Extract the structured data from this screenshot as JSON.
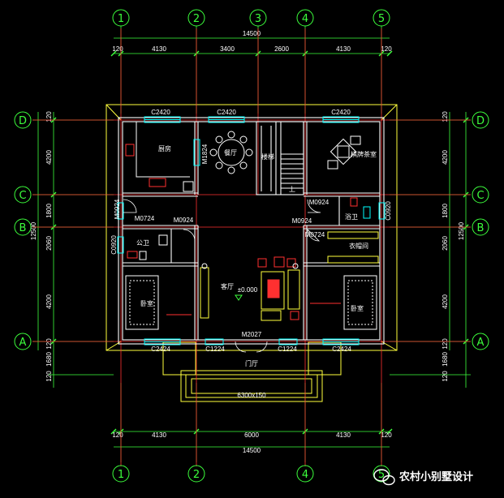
{
  "grid": {
    "columns": [
      "1",
      "2",
      "3",
      "4",
      "5"
    ],
    "rows": [
      "A",
      "B",
      "C",
      "D"
    ]
  },
  "dims": {
    "top_total": "14500",
    "bottom_total": "14500",
    "top": [
      "120",
      "4130",
      "3400",
      "2600",
      "4130",
      "120"
    ],
    "bottom": [
      "120",
      "4130",
      "6000",
      "4130",
      "120"
    ],
    "left_total": "12500",
    "right_total": "12500",
    "left": [
      "120",
      "4200",
      "1800",
      "2060",
      "4200",
      "120",
      "1680",
      "120"
    ],
    "right": [
      "120",
      "4200",
      "1800",
      "2060",
      "4200",
      "120",
      "1680",
      "120"
    ]
  },
  "rooms": {
    "kitchen": "厨房",
    "dining": "餐厅",
    "stairs": "楼梯",
    "stairs_up": "上",
    "mahjong": "棋牌茶室",
    "toilet_left": "公卫",
    "bath_right": "浴卫",
    "cloakroom": "衣帽间",
    "living": "客厅",
    "level": "±0.000",
    "bedroom_left": "卧室",
    "bedroom_right": "卧室",
    "porch": "门厅",
    "step": "6300x150"
  },
  "openings": {
    "c2420_a": "C2420",
    "c2420_b": "C2420",
    "c2420_c": "C2420",
    "m1824": "M1824",
    "m0924_a": "M0924",
    "m0924_b": "M0924",
    "m0924_c": "M0924",
    "m0924_d": "M0924",
    "m0724_a": "M0724",
    "m0724_b": "M0724",
    "c0920_a": "C0920",
    "c0920_b": "C0920",
    "c2424_a": "C2424",
    "c2424_b": "C2424",
    "c1224_a": "C1224",
    "c1224_b": "C1224",
    "m2027": "M2027"
  },
  "watermark": "农村小别墅设计",
  "colors": {
    "background": "#000000",
    "axis": "#ff3030",
    "grid_bubble": "#3cff3c",
    "wall": "#ffffff",
    "window": "#00ffff",
    "roof_eave": "#ffff3c",
    "furniture": "#ff3030"
  }
}
